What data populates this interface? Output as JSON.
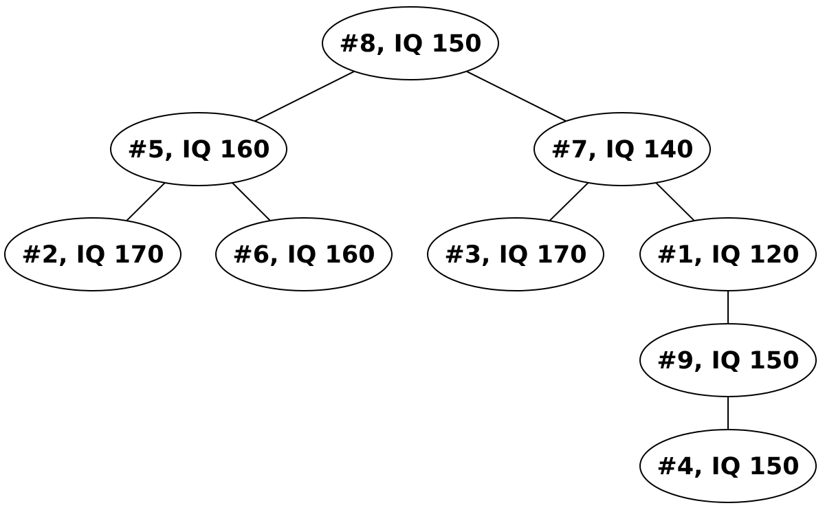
{
  "nodes": [
    {
      "id": "n8",
      "label": "#8, IQ 150"
    },
    {
      "id": "n5",
      "label": "#5, IQ 160"
    },
    {
      "id": "n7",
      "label": "#7, IQ 140"
    },
    {
      "id": "n2",
      "label": "#2, IQ 170"
    },
    {
      "id": "n6",
      "label": "#6, IQ 160"
    },
    {
      "id": "n3",
      "label": "#3, IQ 170"
    },
    {
      "id": "n1",
      "label": "#1, IQ 120"
    },
    {
      "id": "n9",
      "label": "#9, IQ 150"
    },
    {
      "id": "n4",
      "label": "#4, IQ 150"
    }
  ],
  "edges": [
    {
      "from": "n8",
      "to": "n5"
    },
    {
      "from": "n8",
      "to": "n7"
    },
    {
      "from": "n5",
      "to": "n2"
    },
    {
      "from": "n5",
      "to": "n6"
    },
    {
      "from": "n7",
      "to": "n3"
    },
    {
      "from": "n7",
      "to": "n1"
    },
    {
      "from": "n1",
      "to": "n9"
    },
    {
      "from": "n9",
      "to": "n4"
    }
  ]
}
